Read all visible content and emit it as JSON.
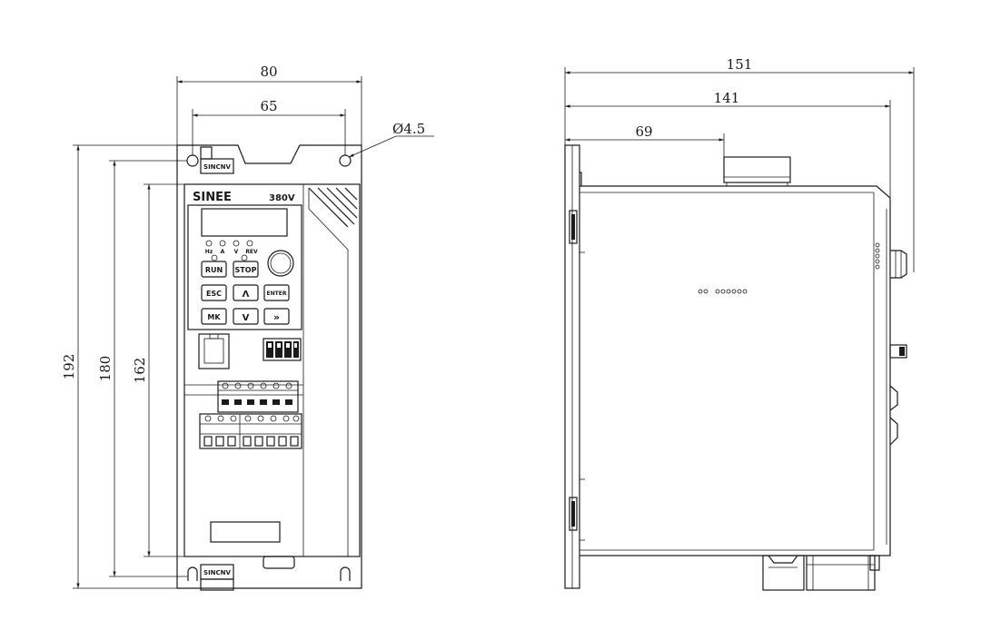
{
  "front_view": {
    "brand": "SINEE",
    "voltage": "380V",
    "tag_top": "SINCNV",
    "tag_bottom": "SINCNV",
    "indicators": [
      "Hz",
      "A",
      "V",
      "REV"
    ],
    "keys": {
      "run": "RUN",
      "stop": "STOP",
      "esc": "ESC",
      "up": "Λ",
      "enter": "ENTER",
      "mk": "MK",
      "down": "V",
      "shift": "»"
    },
    "dimensions": {
      "width_overall": "80",
      "mount_spacing": "65",
      "hole_diameter": "Ø4.5",
      "height_overall": "192",
      "mount_height": "180",
      "body_height": "162"
    }
  },
  "side_view": {
    "dimensions": {
      "depth_overall": "151",
      "depth_body": "141",
      "depth_feature": "69"
    }
  }
}
